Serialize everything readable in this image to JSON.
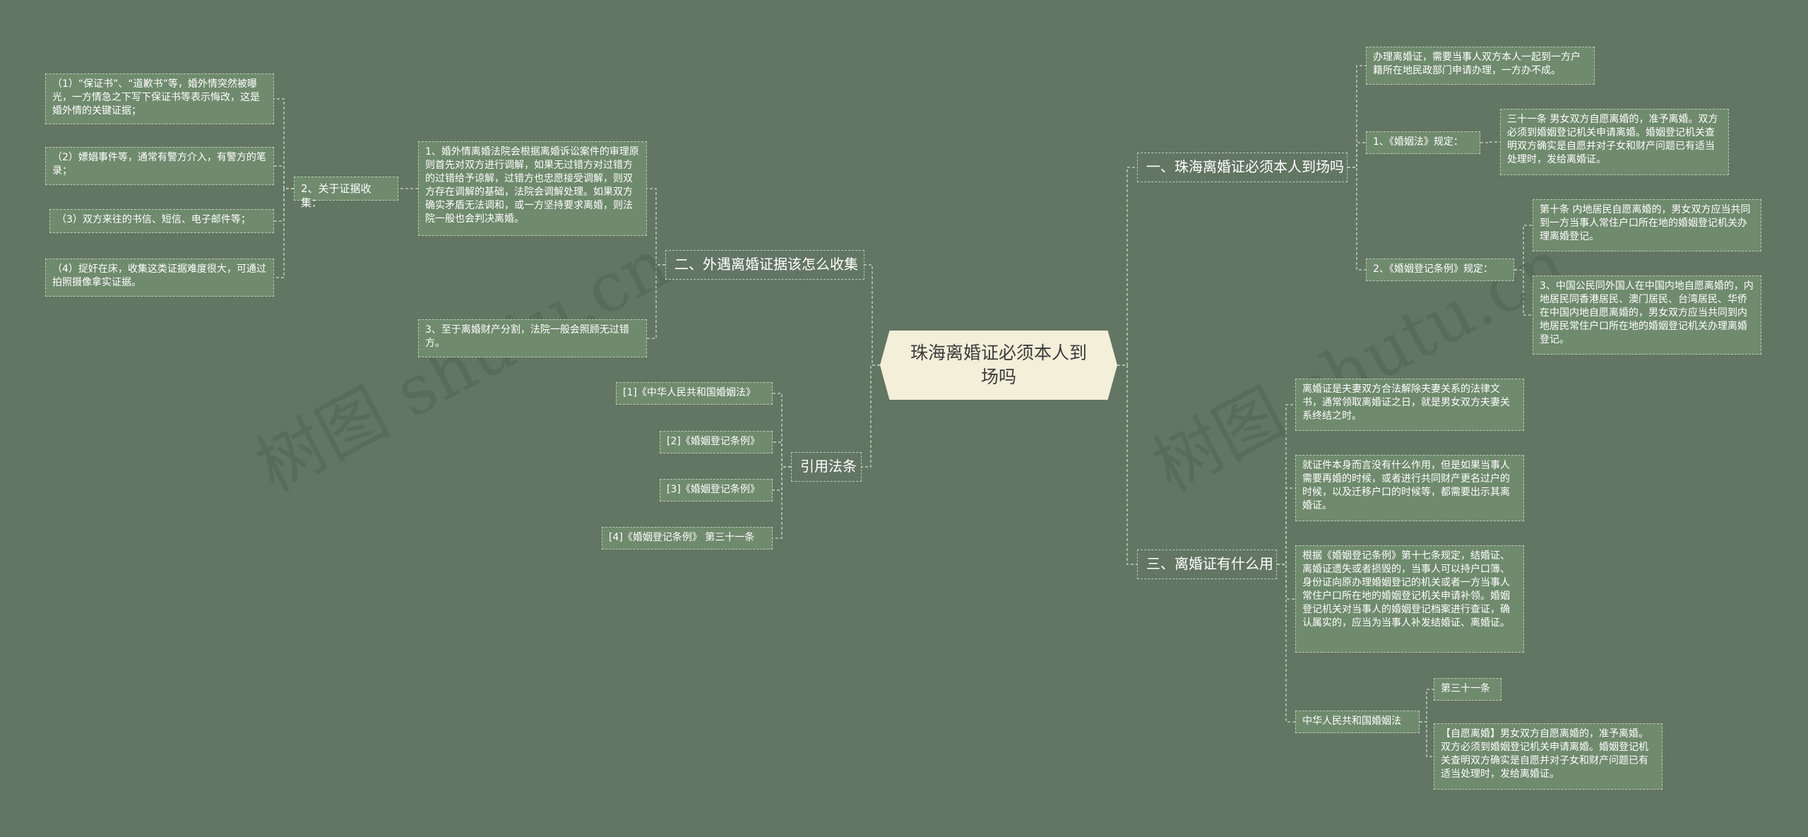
{
  "root": {
    "title": "珠海离婚证必须本人到场吗"
  },
  "watermarks": [
    "树图 shutu.cn",
    "树图 shutu.cn"
  ],
  "branches": {
    "b1": {
      "label": "一、珠海离婚证必须本人到场吗",
      "intro": "办理离婚证，需要当事人双方本人一起到一方户籍所在地民政部门申请办理，一方办不成。",
      "law1_label": "1、《婚姻法》规定：",
      "law1_text": "三十一条 男女双方自愿离婚的，准予离婚。双方必须到婚姻登记机关申请离婚。婚姻登记机关查明双方确实是自愿并对子女和财产问题已有适当处理时，发给离婚证。",
      "law2_label": "2、《婚姻登记条例》规定：",
      "law2_text1": "第十条 内地居民自愿离婚的，男女双方应当共同到一方当事人常住户口所在地的婚姻登记机关办理离婚登记。",
      "law2_text2": "3、中国公民同外国人在中国内地自愿离婚的，内地居民同香港居民、澳门居民、台湾居民、华侨在中国内地自愿离婚的，男女双方应当共同到内地居民常住户口所在地的婚姻登记机关办理离婚登记。"
    },
    "b2": {
      "label": "二、外遇离婚证据该怎么收集",
      "p1": "1、婚外情离婚法院会根据离婚诉讼案件的审理原则首先对双方进行调解，如果无过错方对过错方的过错给予谅解，过错方也忠愿接受调解，则双方存在调解的基础，法院会调解处理。如果双方确实矛盾无法调和，或一方坚持要求离婚，则法院一般也会判决离婚。",
      "evidence_label": "2、关于证据收集：",
      "e1": "（1）“保证书”、“道歉书”等，婚外情突然被曝光，一方情急之下写下保证书等表示悔改，这是婚外情的关键证据；",
      "e2": "（2）嫖娼事件等，通常有警方介入，有警方的笔录；",
      "e3": "（3）双方来往的书信、短信、电子邮件等；",
      "e4": "（4）捉奸在床，收集这类证据难度很大，可通过拍照摄像拿实证据。",
      "p3": "3、至于离婚财产分割，法院一般会照顾无过错方。"
    },
    "b3": {
      "label": "引用法条",
      "r1": "[1]《中华人民共和国婚姻法》",
      "r2": "[2]《婚姻登记条例》",
      "r3": "[3]《婚姻登记条例》",
      "r4": "[4]《婚姻登记条例》 第三十一条"
    },
    "b4": {
      "label": "三、离婚证有什么用",
      "t1": "离婚证是夫妻双方合法解除夫妻关系的法律文书，通常领取离婚证之日，就是男女双方夫妻关系终结之时。",
      "t2": "就证件本身而言没有什么作用，但是如果当事人需要再婚的时候，或者进行共同财产更名过户的时候，以及迁移户口的时候等，都需要出示其离婚证。",
      "t3": "根据《婚姻登记条例》第十七条规定，结婚证、离婚证遗失或者损毁的，当事人可以持户口簿、身份证向原办理婚姻登记的机关或者一方当事人常住户口所在地的婚姻登记机关申请补领。婚姻登记机关对当事人的婚姻登记档案进行查证，确认属实的，应当为当事人补发结婚证、离婚证。",
      "law_label": "中华人民共和国婚姻法",
      "art": "第三十一条",
      "art_text": "【自愿离婚】男女双方自愿离婚的，准予离婚。双方必须到婚姻登记机关申请离婚。婚姻登记机关查明双方确实是自愿并对子女和财产问题已有适当处理时，发给离婚证。"
    }
  }
}
